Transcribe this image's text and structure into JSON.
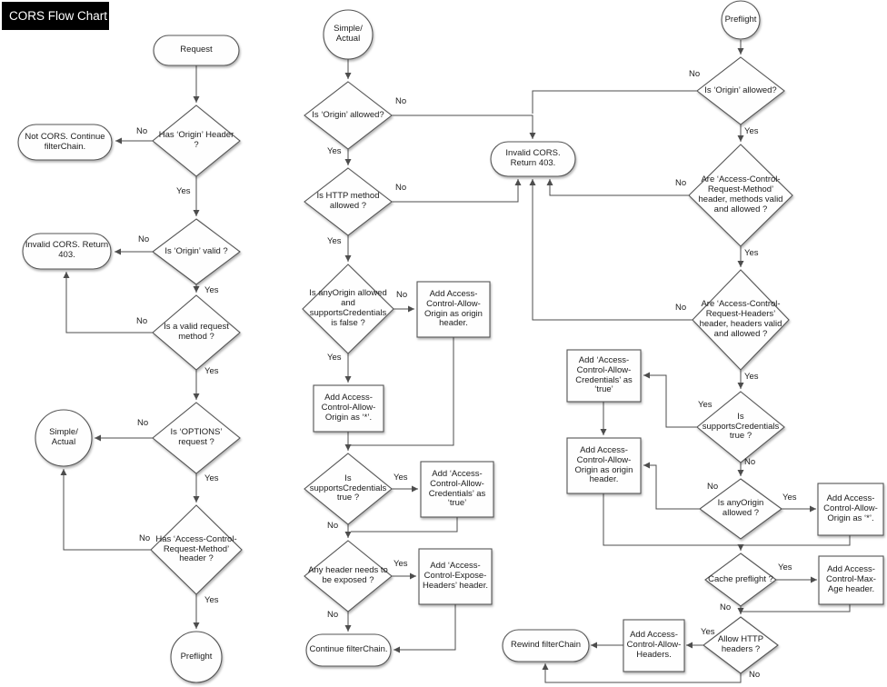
{
  "title": "CORS Flow Chart",
  "labels": {
    "yes": "Yes",
    "no": "No"
  },
  "colors": {
    "background": "#ffffff",
    "line": "#4d4d4d",
    "shape_fill": "#fefefe",
    "title_bg": "#000000",
    "title_text": "#ffffff"
  },
  "nodes": {
    "request": "Request",
    "hasOriginHeader": "Has ‘Origin’ Header ?",
    "notCors": "Not CORS. Continue filterChain.",
    "isOriginValid": "Is ‘Origin’ valid ?",
    "invalidCors": "Invalid CORS. Return 403.",
    "isValidMethod": "Is a valid request method ?",
    "isOptionsRequest": "Is ‘OPTIONS’ request ?",
    "simpleActual": "Simple/ Actual",
    "hasAcrmHeader": "Has ‘Access-Control-Request-Method’ header ?",
    "preflight": "Preflight",
    "isOriginAllowed": "Is ‘Origin’ allowed?",
    "isHttpMethodAllowed": "Is HTTP method allowed ?",
    "isAnyOriginAndCreds": "Is anyOrigin allowed and supportsCredentials is false ?",
    "addAcaoOrigin": "Add Access-Control-Allow-Origin as origin header.",
    "addAcaoStar": "Add Access-Control-Allow-Origin as ‘*’.",
    "isSupportsCreds": "Is supportsCredentials true ?",
    "addAcacTrue": "Add ‘Access-Control-Allow-Credentials’ as ‘true’",
    "anyHeaderExposed": "Any header needs to be exposed ?",
    "addExposeHeaders": "Add ‘Access-Control-Expose-Headers’ header.",
    "continueFilterChain": "Continue filterChain.",
    "areAcrmValid": "Are ‘Access-Control-Request-Method’ header, methods valid and allowed ?",
    "areAcrhValid": "Are ‘Access-Control-Request-Headers’ header, headers valid and allowed ?",
    "isAnyOriginAllowed": "Is anyOrigin allowed ?",
    "cachePreflight": "Cache preflight ?",
    "addMaxAge": "Add Access-Control-Max-Age header.",
    "allowHttpHeaders": "Allow HTTP headers ?",
    "addAllowHeaders": "Add Access-Control-Allow-Headers.",
    "rewindFilterChain": "Rewind filterChain"
  }
}
